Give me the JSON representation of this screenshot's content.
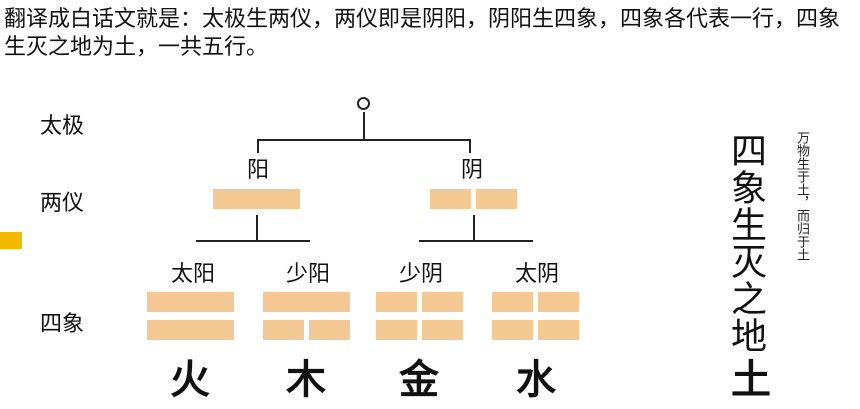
{
  "intro_text": "翻译成白话文就是：太极生两仪，两仪即是阴阳，阴阳生四象，四象各代表一行，四象生灭之地为土，一共五行。",
  "rows": {
    "taiji": "太极",
    "liangyi": "两仪",
    "sixiang": "四象"
  },
  "liangyi": {
    "yang": "阳",
    "yin": "阴"
  },
  "sixiang": {
    "tai_yang": "太阳",
    "shao_yang": "少阳",
    "shao_yin": "少阴",
    "tai_yin": "太阴"
  },
  "elements": {
    "fire": "火",
    "wood": "木",
    "metal": "金",
    "water": "水",
    "earth": "土"
  },
  "earth_column": {
    "main": "四象生灭之地",
    "note": "万物生于土，而归于土"
  },
  "colors": {
    "bar": "#f3c892",
    "side_mark": "#f5b800"
  }
}
